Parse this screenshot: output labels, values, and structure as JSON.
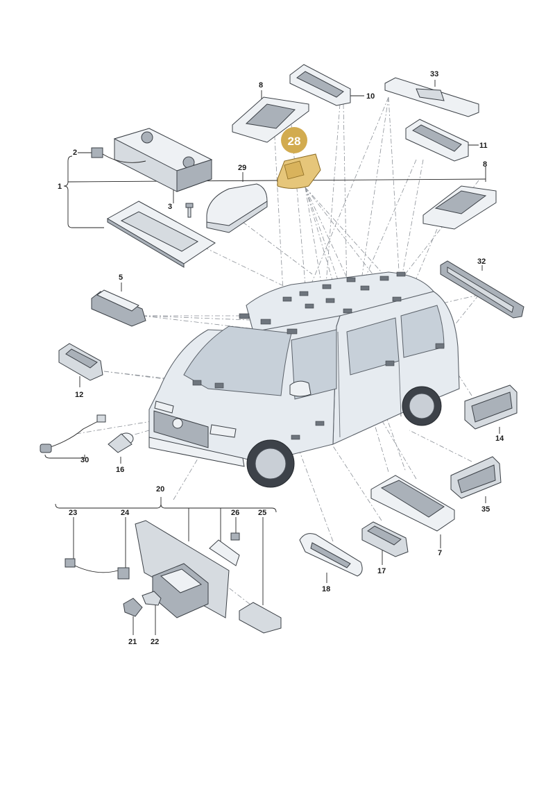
{
  "highlight": {
    "label": "28",
    "badge_color": "#d2ab4f",
    "part_color": "#e6c67a"
  },
  "labels": {
    "l1": "1",
    "l2": "2",
    "l3": "3",
    "l5": "5",
    "l7": "7",
    "l8a": "8",
    "l8b": "8",
    "l10": "10",
    "l11": "11",
    "l12": "12",
    "l14": "14",
    "l16": "16",
    "l17": "17",
    "l18": "18",
    "l20": "20",
    "l21": "21",
    "l22": "22",
    "l23": "23",
    "l24": "24",
    "l25": "25",
    "l26": "26",
    "l29": "29",
    "l30": "30",
    "l32": "32",
    "l33": "33",
    "l35": "35"
  }
}
